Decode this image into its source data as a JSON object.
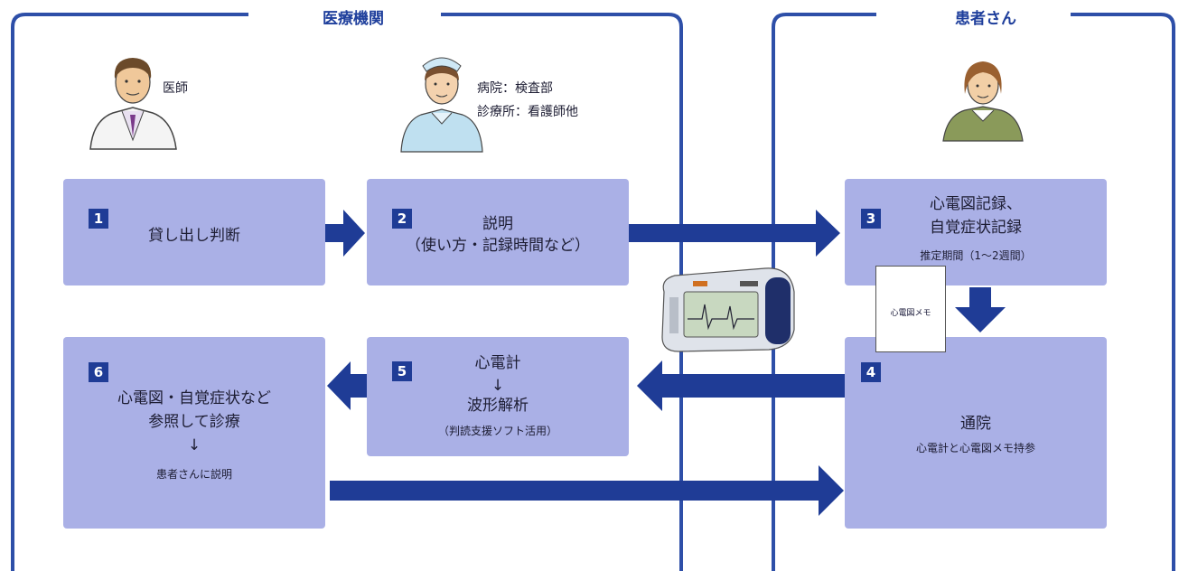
{
  "sections": {
    "medical": "医療機関",
    "patient": "患者さん"
  },
  "people": {
    "doctor_label": "医師",
    "nurse_line1": "病院：検査部",
    "nurse_line2": "診療所：看護師他"
  },
  "steps": [
    {
      "num": "1",
      "lines": [
        "貸し出し判断"
      ]
    },
    {
      "num": "2",
      "lines": [
        "説明",
        "（使い方・記録時間など）"
      ]
    },
    {
      "num": "3",
      "lines": [
        "心電図記録、",
        "自覚症状記録"
      ],
      "sub": "推定期間（1～2週間）"
    },
    {
      "num": "4",
      "lines": [
        "通院"
      ],
      "sub": "心電計と心電図メモ持参"
    },
    {
      "num": "5",
      "lines": [
        "心電計",
        "↓",
        "波形解析"
      ],
      "sub": "（判読支援ソフト活用）"
    },
    {
      "num": "6",
      "lines": [
        "心電図・自覚症状など",
        "参照して診療",
        "↓"
      ],
      "sub": "患者さんに説明"
    }
  ],
  "memo_label": "心電図メモ",
  "colors": {
    "box": "#aab0e6",
    "arrow": "#1f3c96",
    "border": "#2e4fa8"
  }
}
